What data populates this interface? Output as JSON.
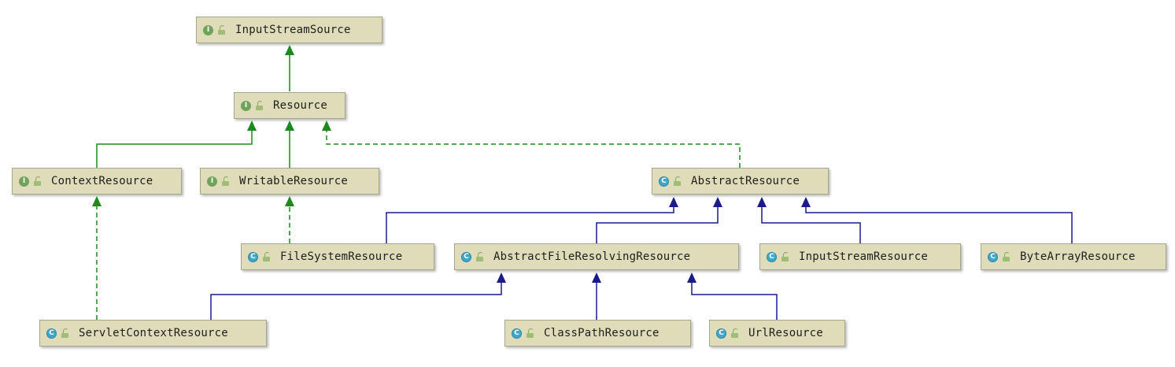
{
  "diagram": {
    "nodes": {
      "input_stream_source": {
        "label": "InputStreamSource",
        "kind_badge": "I",
        "icon": "interface-icon"
      },
      "resource": {
        "label": "Resource",
        "kind_badge": "I",
        "icon": "interface-icon"
      },
      "context_resource": {
        "label": "ContextResource",
        "kind_badge": "I",
        "icon": "interface-icon"
      },
      "writable_resource": {
        "label": "WritableResource",
        "kind_badge": "I",
        "icon": "interface-icon"
      },
      "abstract_resource": {
        "label": "AbstractResource",
        "kind_badge": "C",
        "icon": "abstract-class-icon"
      },
      "file_system_resource": {
        "label": "FileSystemResource",
        "kind_badge": "C",
        "icon": "class-icon"
      },
      "abstract_file_resolving_resource": {
        "label": "AbstractFileResolvingResource",
        "kind_badge": "C",
        "icon": "abstract-class-icon"
      },
      "input_stream_resource": {
        "label": "InputStreamResource",
        "kind_badge": "C",
        "icon": "class-icon"
      },
      "byte_array_resource": {
        "label": "ByteArrayResource",
        "kind_badge": "C",
        "icon": "class-icon"
      },
      "servlet_context_resource": {
        "label": "ServletContextResource",
        "kind_badge": "C",
        "icon": "class-icon"
      },
      "class_path_resource": {
        "label": "ClassPathResource",
        "kind_badge": "C",
        "icon": "class-icon"
      },
      "url_resource": {
        "label": "UrlResource",
        "kind_badge": "C",
        "icon": "class-icon"
      }
    },
    "relations": [
      {
        "from": "Resource",
        "to": "InputStreamSource",
        "type": "extends"
      },
      {
        "from": "ContextResource",
        "to": "Resource",
        "type": "extends"
      },
      {
        "from": "WritableResource",
        "to": "Resource",
        "type": "extends"
      },
      {
        "from": "AbstractResource",
        "to": "Resource",
        "type": "implements"
      },
      {
        "from": "ServletContextResource",
        "to": "ContextResource",
        "type": "implements"
      },
      {
        "from": "FileSystemResource",
        "to": "WritableResource",
        "type": "implements"
      },
      {
        "from": "FileSystemResource",
        "to": "AbstractResource",
        "type": "extends"
      },
      {
        "from": "AbstractFileResolvingResource",
        "to": "AbstractResource",
        "type": "extends"
      },
      {
        "from": "InputStreamResource",
        "to": "AbstractResource",
        "type": "extends"
      },
      {
        "from": "ByteArrayResource",
        "to": "AbstractResource",
        "type": "extends"
      },
      {
        "from": "ServletContextResource",
        "to": "AbstractFileResolvingResource",
        "type": "extends"
      },
      {
        "from": "ClassPathResource",
        "to": "AbstractFileResolvingResource",
        "type": "extends"
      },
      {
        "from": "UrlResource",
        "to": "AbstractFileResolvingResource",
        "type": "extends"
      }
    ],
    "colors": {
      "interface_edge": "#1e8a1e",
      "class_edge": "#1a1a8c",
      "node_fill": "#dedcb9",
      "interface_badge": "#6fa35a",
      "class_badge": "#3fa7c9"
    }
  }
}
